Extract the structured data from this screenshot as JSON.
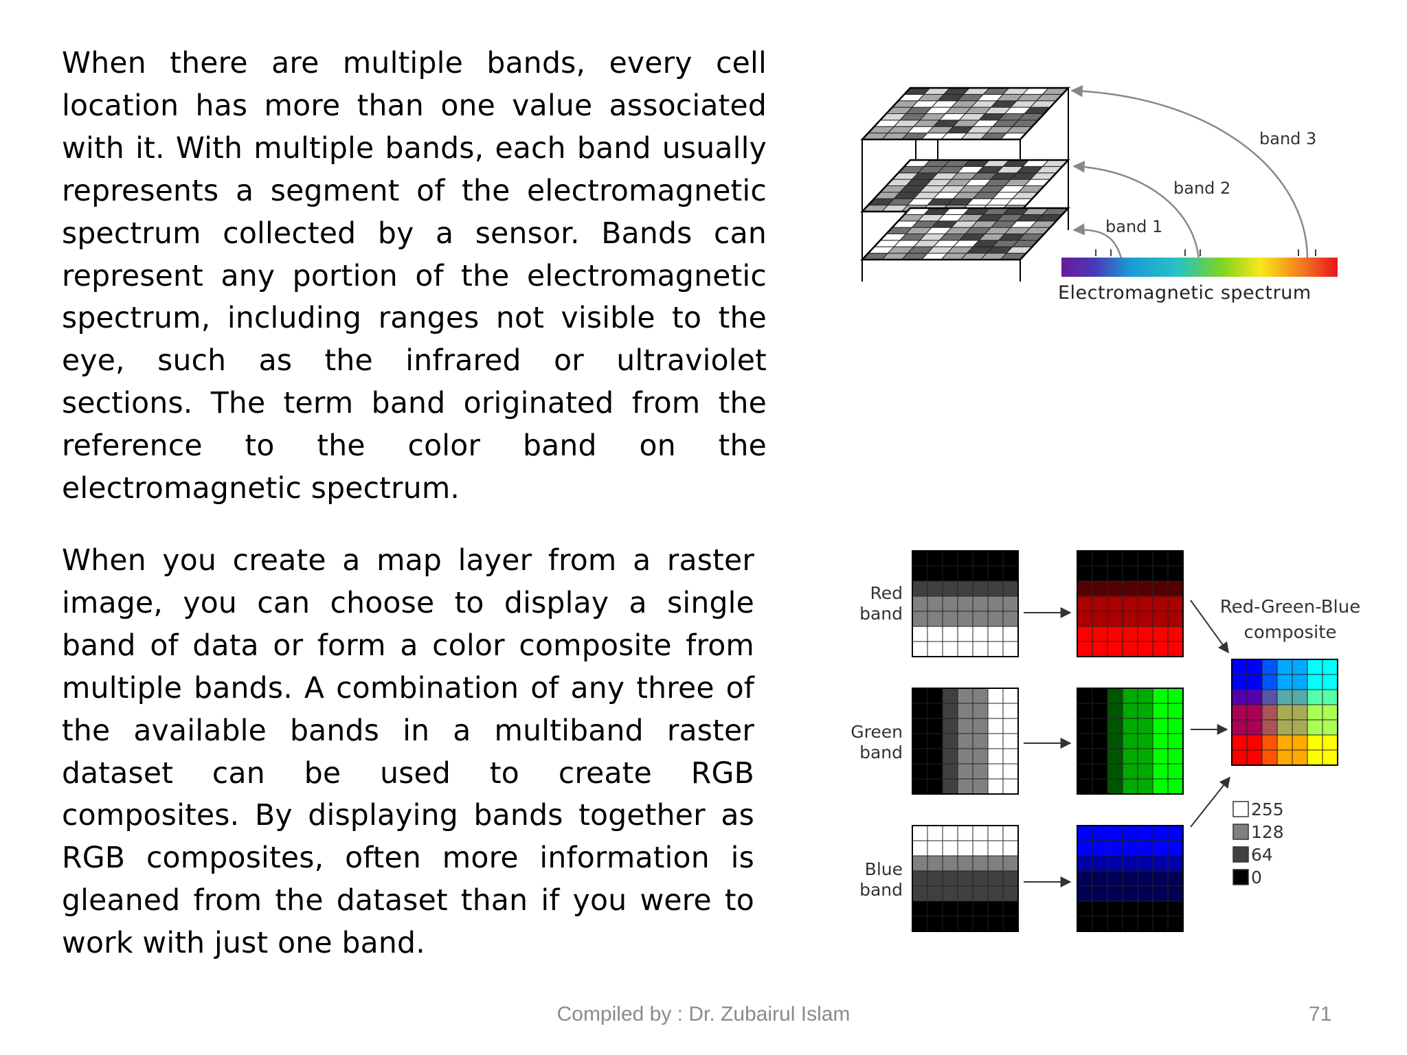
{
  "paragraphs": [
    "When there are multiple bands, every cell location has more than one value associated with it. With multiple bands, each band usually represents a segment of the electromagnetic spectrum collected by a sensor. Bands can represent any portion of the electromagnetic spectrum, including ranges not visible to the eye, such as the infrared or ultraviolet sections. The term band originated from the reference to the color band on the electromagnetic spectrum.",
    "When you create a map layer from a raster image, you can choose to display a single band of data or form a color composite from multiple bands. A combination of any three of the available bands in a multiband raster dataset can be used to create RGB composites. By displaying bands together as RGB composites, often more information is gleaned from the dataset than if you were to work with just one band."
  ],
  "figure1": {
    "labels": {
      "band3": "band 3",
      "band2": "band 2",
      "band1": "band 1",
      "spectrum": "Electromagnetic spectrum"
    }
  },
  "figure2": {
    "labels": {
      "red_band": [
        "Red",
        "band"
      ],
      "green_band": [
        "Green",
        "band"
      ],
      "blue_band": [
        "Blue",
        "band"
      ],
      "composite": [
        "Red-Green-Blue",
        "composite"
      ]
    },
    "legend": [
      "255",
      "128",
      "64",
      "0"
    ],
    "legend_colors": [
      "#ffffff",
      "#808080",
      "#404040",
      "#000000"
    ]
  },
  "footer": {
    "credit": "Compiled by : Dr. Zubairul Islam",
    "page_number": "71"
  }
}
